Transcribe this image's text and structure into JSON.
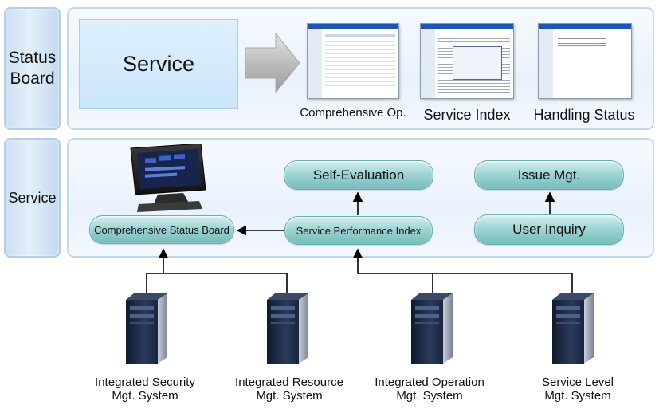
{
  "status_board": {
    "tab_label_line1": "Status",
    "tab_label_line2": "Board",
    "service_box_label": "Service",
    "screens": [
      {
        "caption": "Comprehensive Op."
      },
      {
        "caption": "Service Index"
      },
      {
        "caption": "Handling Status"
      }
    ]
  },
  "service": {
    "tab_label": "Service",
    "comprehensive_status_board": "Comprehensive Status Board",
    "service_performance_index": "Service Performance Index",
    "self_evaluation": "Self-Evaluation",
    "issue_mgt": "Issue Mgt.",
    "user_inquiry": "User Inquiry"
  },
  "systems": [
    {
      "line1": "Integrated Security",
      "line2": "Mgt. System"
    },
    {
      "line1": "Integrated Resource",
      "line2": "Mgt. System"
    },
    {
      "line1": "Integrated Operation",
      "line2": "Mgt. System"
    },
    {
      "line1": "Service Level",
      "line2": "Mgt. System"
    }
  ],
  "colors": {
    "pill_teal": "#9fd5d4",
    "panel_blue": "#e9f2fb",
    "server_navy": "#1c2a44"
  }
}
